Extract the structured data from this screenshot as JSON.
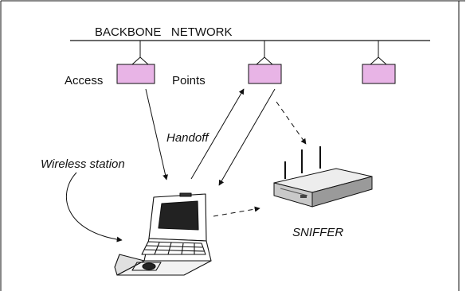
{
  "diagram": {
    "backbone_label": "BACKBONE   NETWORK",
    "access_label": "Access",
    "points_label": "Points",
    "handoff_label": "Handoff",
    "wireless_station_label": "Wireless station",
    "sniffer_label": "SNIFFER"
  },
  "colors": {
    "access_point_fill": "#e8b4e6",
    "line": "#111111",
    "background": "#ffffff"
  },
  "icons": {
    "laptop": "laptop-icon",
    "sniffer": "router-icon",
    "access_point": "access-point-icon"
  }
}
